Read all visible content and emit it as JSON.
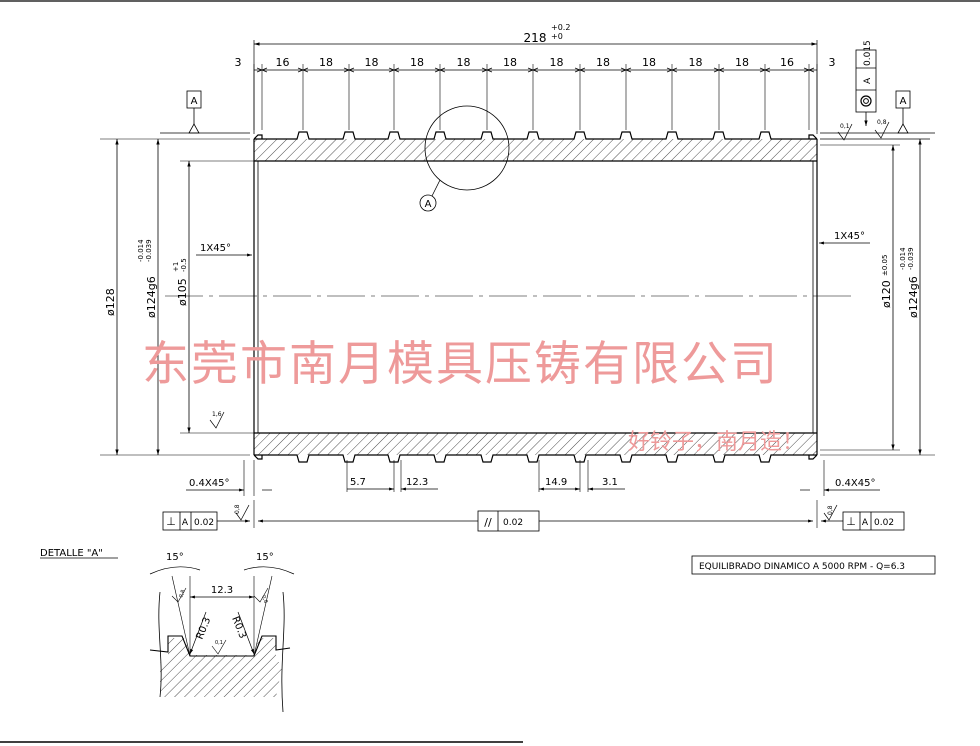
{
  "top_span": {
    "value": "218",
    "tol_upper": "+0.2",
    "tol_lower": "+0"
  },
  "pitch_dims": [
    "3",
    "16",
    "18",
    "18",
    "18",
    "18",
    "18",
    "18",
    "18",
    "18",
    "18",
    "18",
    "16",
    "3"
  ],
  "datum": {
    "left": "A",
    "right": "A",
    "detail_callout": "A"
  },
  "roughness": {
    "top_left": "0,1",
    "top_right": "0,8",
    "bore": "1,6",
    "bottom_left": "0,8",
    "bottom_right": "0,8",
    "detail_left": "0,8",
    "detail_right": "0,8",
    "detail_bottom": "0,1"
  },
  "tolerance_frames": {
    "concentricity": {
      "datum": "A",
      "value": "0.015"
    },
    "perp_left": {
      "symbol": "⊥",
      "datum": "A",
      "value": "0.02"
    },
    "parallel": {
      "symbol": "//",
      "value": "0.02"
    },
    "perp_right": {
      "symbol": "⊥",
      "datum": "A",
      "value": "0.02"
    }
  },
  "diameters": {
    "d128": "ø128",
    "d124_left": {
      "label": "ø124g6",
      "upper": "-0.014",
      "lower": "-0.039"
    },
    "d105": {
      "label": "ø105",
      "upper": "+1",
      "lower": "-0.5"
    },
    "d120": {
      "label": "ø120",
      "tol": "±0.05"
    },
    "d124_right": {
      "label": "ø124g6",
      "upper": "-0.014",
      "lower": "-0.039"
    }
  },
  "chamfers": {
    "inner_left": "1X45°",
    "inner_right": "1X45°",
    "outer_left": "0.4X45°",
    "outer_right": "0.4X45°"
  },
  "groove_dims": {
    "a": "5.7",
    "b": "12.3",
    "c": "14.9",
    "d": "3.1"
  },
  "detail": {
    "title": "DETALLE \"A\"",
    "angle_left": "15°",
    "angle_right": "15°",
    "width": "12.3",
    "radius_left": "R0.3",
    "radius_right": "R0.3"
  },
  "balance_note": "EQUILIBRADO DINAMICO A 5000 RPM - Q=6.3",
  "watermark": {
    "company": "东莞市南月模具压铸有限公司",
    "slogan": "好铃子，南月造！"
  }
}
